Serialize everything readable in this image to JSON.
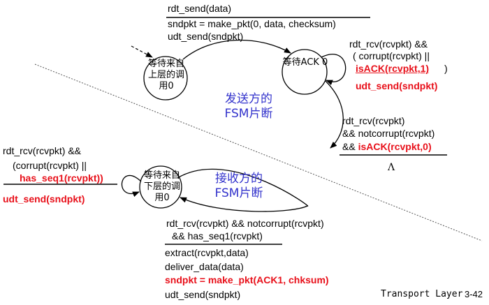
{
  "sender": {
    "caption": "发送方的FSM片断",
    "state_wait_call": "等待来自上层的调用0",
    "state_wait_ack": "等待ACK 0",
    "top_event": "rdt_send(data)",
    "top_action1": "sndpkt = make_pkt(0, data, checksum)",
    "top_action2": "udt_send(sndpkt)",
    "self_event1": "rdt_rcv(rcvpkt) &&",
    "self_event2": "( corrupt(rcvpkt) ||",
    "self_event3": "isACK(rcvpkt,1)",
    "self_event3_close": ")",
    "self_action": "udt_send(sndpkt)",
    "right_event1": "rdt_rcv(rcvpkt)",
    "right_event2": "&& notcorrupt(rcvpkt)",
    "right_event3_prefix": "&& ",
    "right_event3_red": "isACK(rcvpkt,0)",
    "lambda": "Λ"
  },
  "receiver": {
    "caption": "接收方的FSM片断",
    "state_wait_below": "等待来自下层的调用0",
    "self_event1": "rdt_rcv(rcvpkt) &&",
    "self_event2": "(corrupt(rcvpkt) ||",
    "self_event3": "has_seq1(rcvpkt))",
    "self_action": "udt_send(sndpkt)",
    "bottom_event1": "rdt_rcv(rcvpkt) && notcorrupt(rcvpkt)",
    "bottom_event2": "&& has_seq1(rcvpkt)",
    "bottom_action1": "extract(rcvpkt,data)",
    "bottom_action2": "deliver_data(data)",
    "bottom_action3": "sndpkt = make_pkt(ACK1, chksum)",
    "bottom_action4": "udt_send(sndpkt)"
  },
  "footer": {
    "label": "Transport Layer",
    "page": "3-42"
  },
  "colors": {
    "accent_red": "#e8101a",
    "caption_blue": "#3333cc",
    "line": "#000000"
  }
}
